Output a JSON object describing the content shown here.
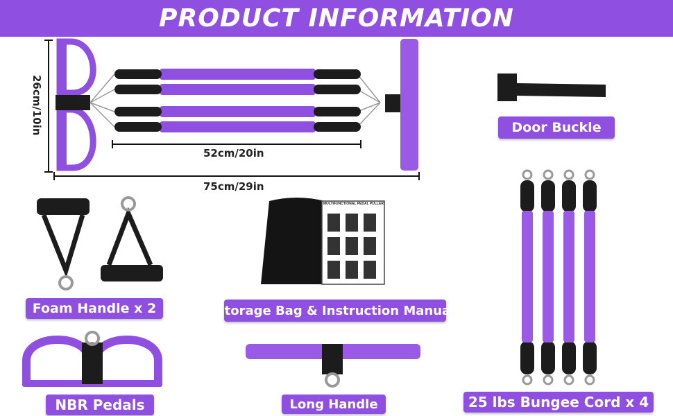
{
  "title": "PRODUCT INFORMATION",
  "dimensions": {
    "height": "26cm/10in",
    "cord_length": "52cm/20in",
    "total_length": "75cm/29in"
  },
  "labels": {
    "door_buckle": "Door Buckle",
    "foam_handle": "Foam Handle x 2",
    "storage_bag": "Storage Bag & Instruction Manual",
    "nbr_pedals": "NBR Pedals",
    "long_handle": "Long Handle",
    "bungee_cord": "25 lbs Bungee Cord x 4"
  },
  "manual": {
    "heading": "MULTIFUNCTIONAL PEDAL PULLER"
  },
  "colors": {
    "accent": "#8f4fe0",
    "purple_part": "#9a5ae6",
    "black_part": "#1c1c1c"
  }
}
